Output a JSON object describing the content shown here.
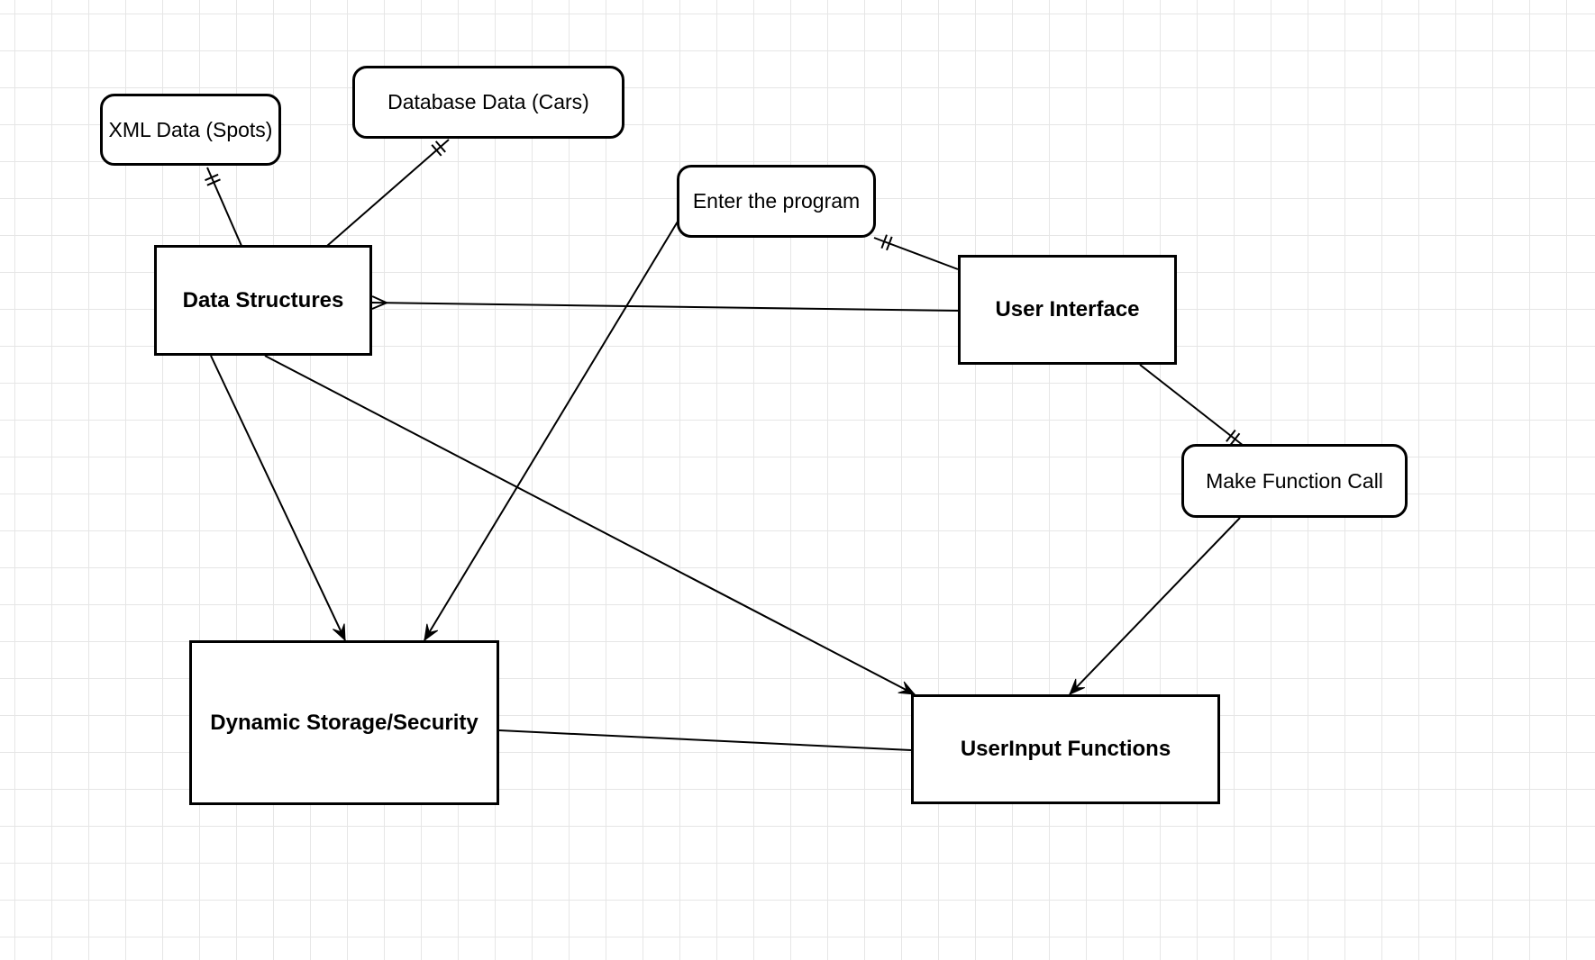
{
  "diagram": {
    "nodes": [
      {
        "id": "xml",
        "label": "XML Data (Spots)",
        "shape": "rounded"
      },
      {
        "id": "db",
        "label": "Database Data (Cars)",
        "shape": "rounded"
      },
      {
        "id": "enter",
        "label": "Enter the program",
        "shape": "rounded"
      },
      {
        "id": "ds",
        "label": "Data Structures",
        "shape": "rect"
      },
      {
        "id": "ui",
        "label": "User Interface",
        "shape": "rect"
      },
      {
        "id": "call",
        "label": "Make Function Call",
        "shape": "rounded"
      },
      {
        "id": "dss",
        "label": "Dynamic Storage/Security",
        "shape": "rect"
      },
      {
        "id": "uif",
        "label": "UserInput Functions",
        "shape": "rect"
      }
    ],
    "edges": [
      {
        "from": "ds",
        "to": "xml",
        "end": "one"
      },
      {
        "from": "ds",
        "to": "db",
        "end": "one"
      },
      {
        "from": "ui",
        "to": "enter",
        "end": "one"
      },
      {
        "from": "ui",
        "to": "ds",
        "end": "many"
      },
      {
        "from": "ui",
        "to": "call",
        "end": "one"
      },
      {
        "from": "ds",
        "to": "dss",
        "end": "arrow"
      },
      {
        "from": "ds",
        "to": "uif",
        "end": "arrow"
      },
      {
        "from": "enter",
        "to": "dss",
        "end": "arrow"
      },
      {
        "from": "call",
        "to": "uif",
        "end": "arrow"
      },
      {
        "from": "dss",
        "to": "uif",
        "end": "none"
      }
    ]
  }
}
